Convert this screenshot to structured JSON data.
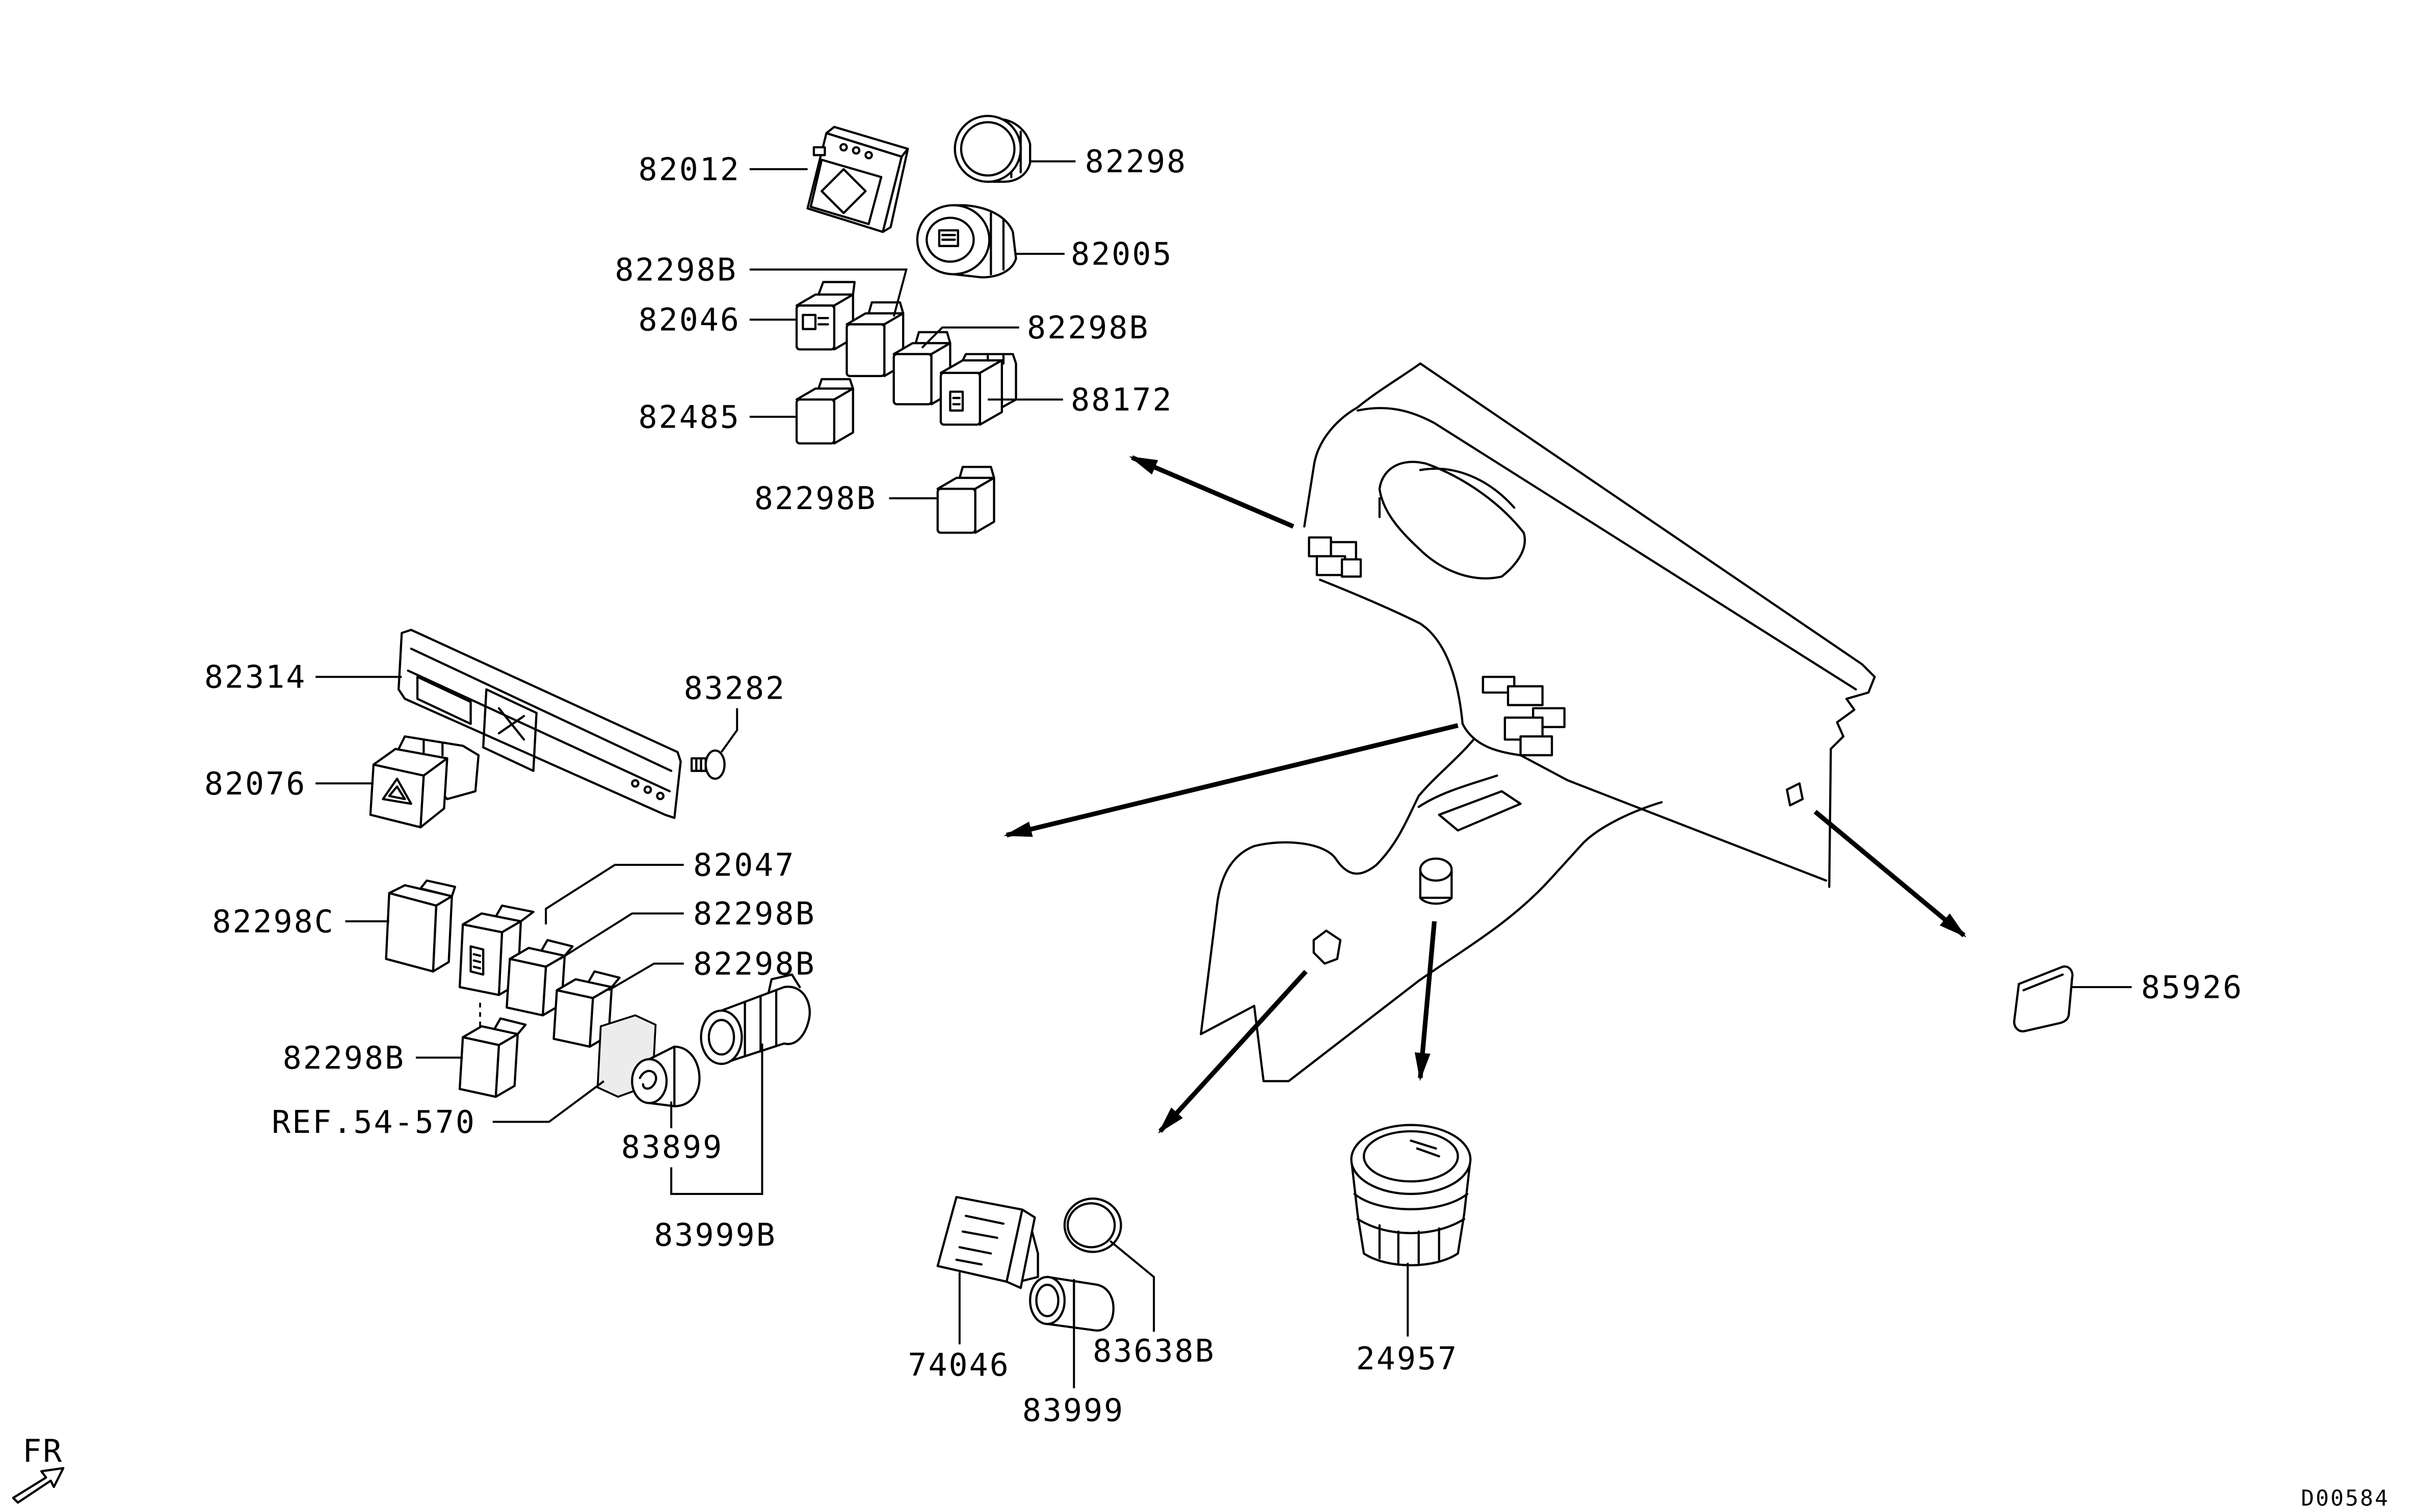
{
  "callouts": [
    "82012",
    "82298",
    "82005",
    "82298B",
    "82046",
    "82298B",
    "88172",
    "82485",
    "82298B",
    "82314",
    "83282",
    "82076",
    "82047",
    "82298C",
    "82298B",
    "82298B",
    "82298B",
    "REF.54-570",
    "83899",
    "83999B",
    "74046",
    "83638B",
    "83999",
    "24957",
    "85926"
  ],
  "direction_marker": "FR",
  "drawing_number": "D00584"
}
